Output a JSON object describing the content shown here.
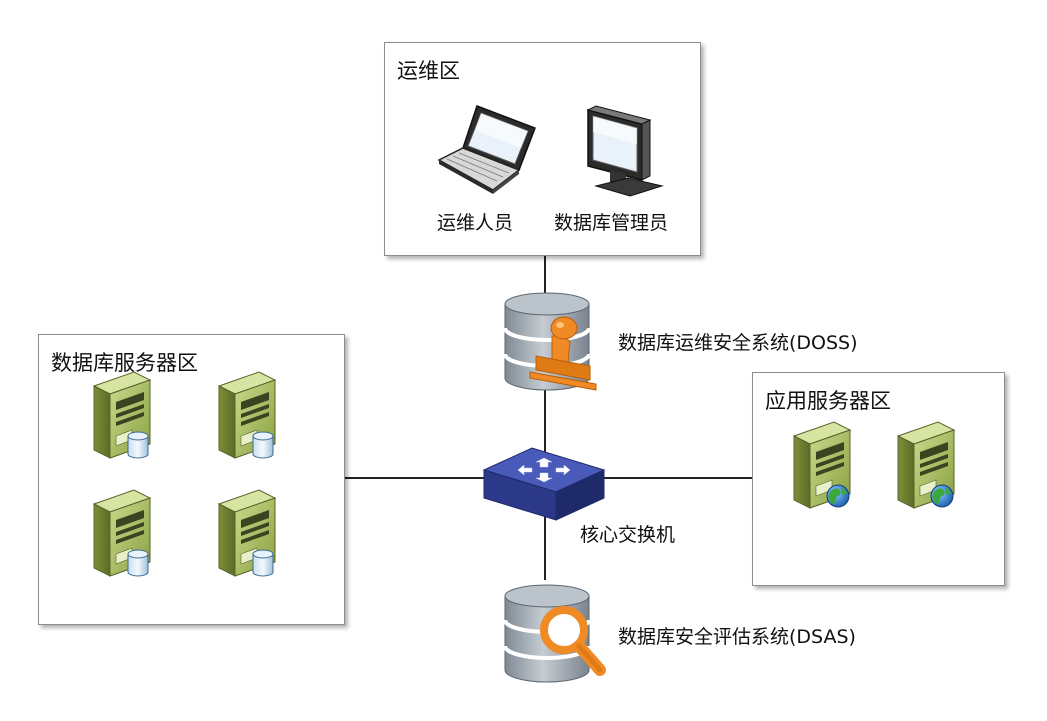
{
  "ops_zone": {
    "title": "运维区",
    "ops_staff": "运维人员",
    "dba": "数据库管理员"
  },
  "db_server_zone": {
    "title": "数据库服务器区"
  },
  "app_server_zone": {
    "title": "应用服务器区"
  },
  "doss": {
    "label": "数据库运维安全系统(DOSS)"
  },
  "core_switch": {
    "label": "核心交换机"
  },
  "dsas": {
    "label": "数据库安全评估系统(DSAS)"
  },
  "colors": {
    "accent_orange": "#f08a24",
    "switch_blue": "#3b4aa0",
    "server_green": "#9bb04f",
    "db_gray": "#9aa3ab"
  }
}
